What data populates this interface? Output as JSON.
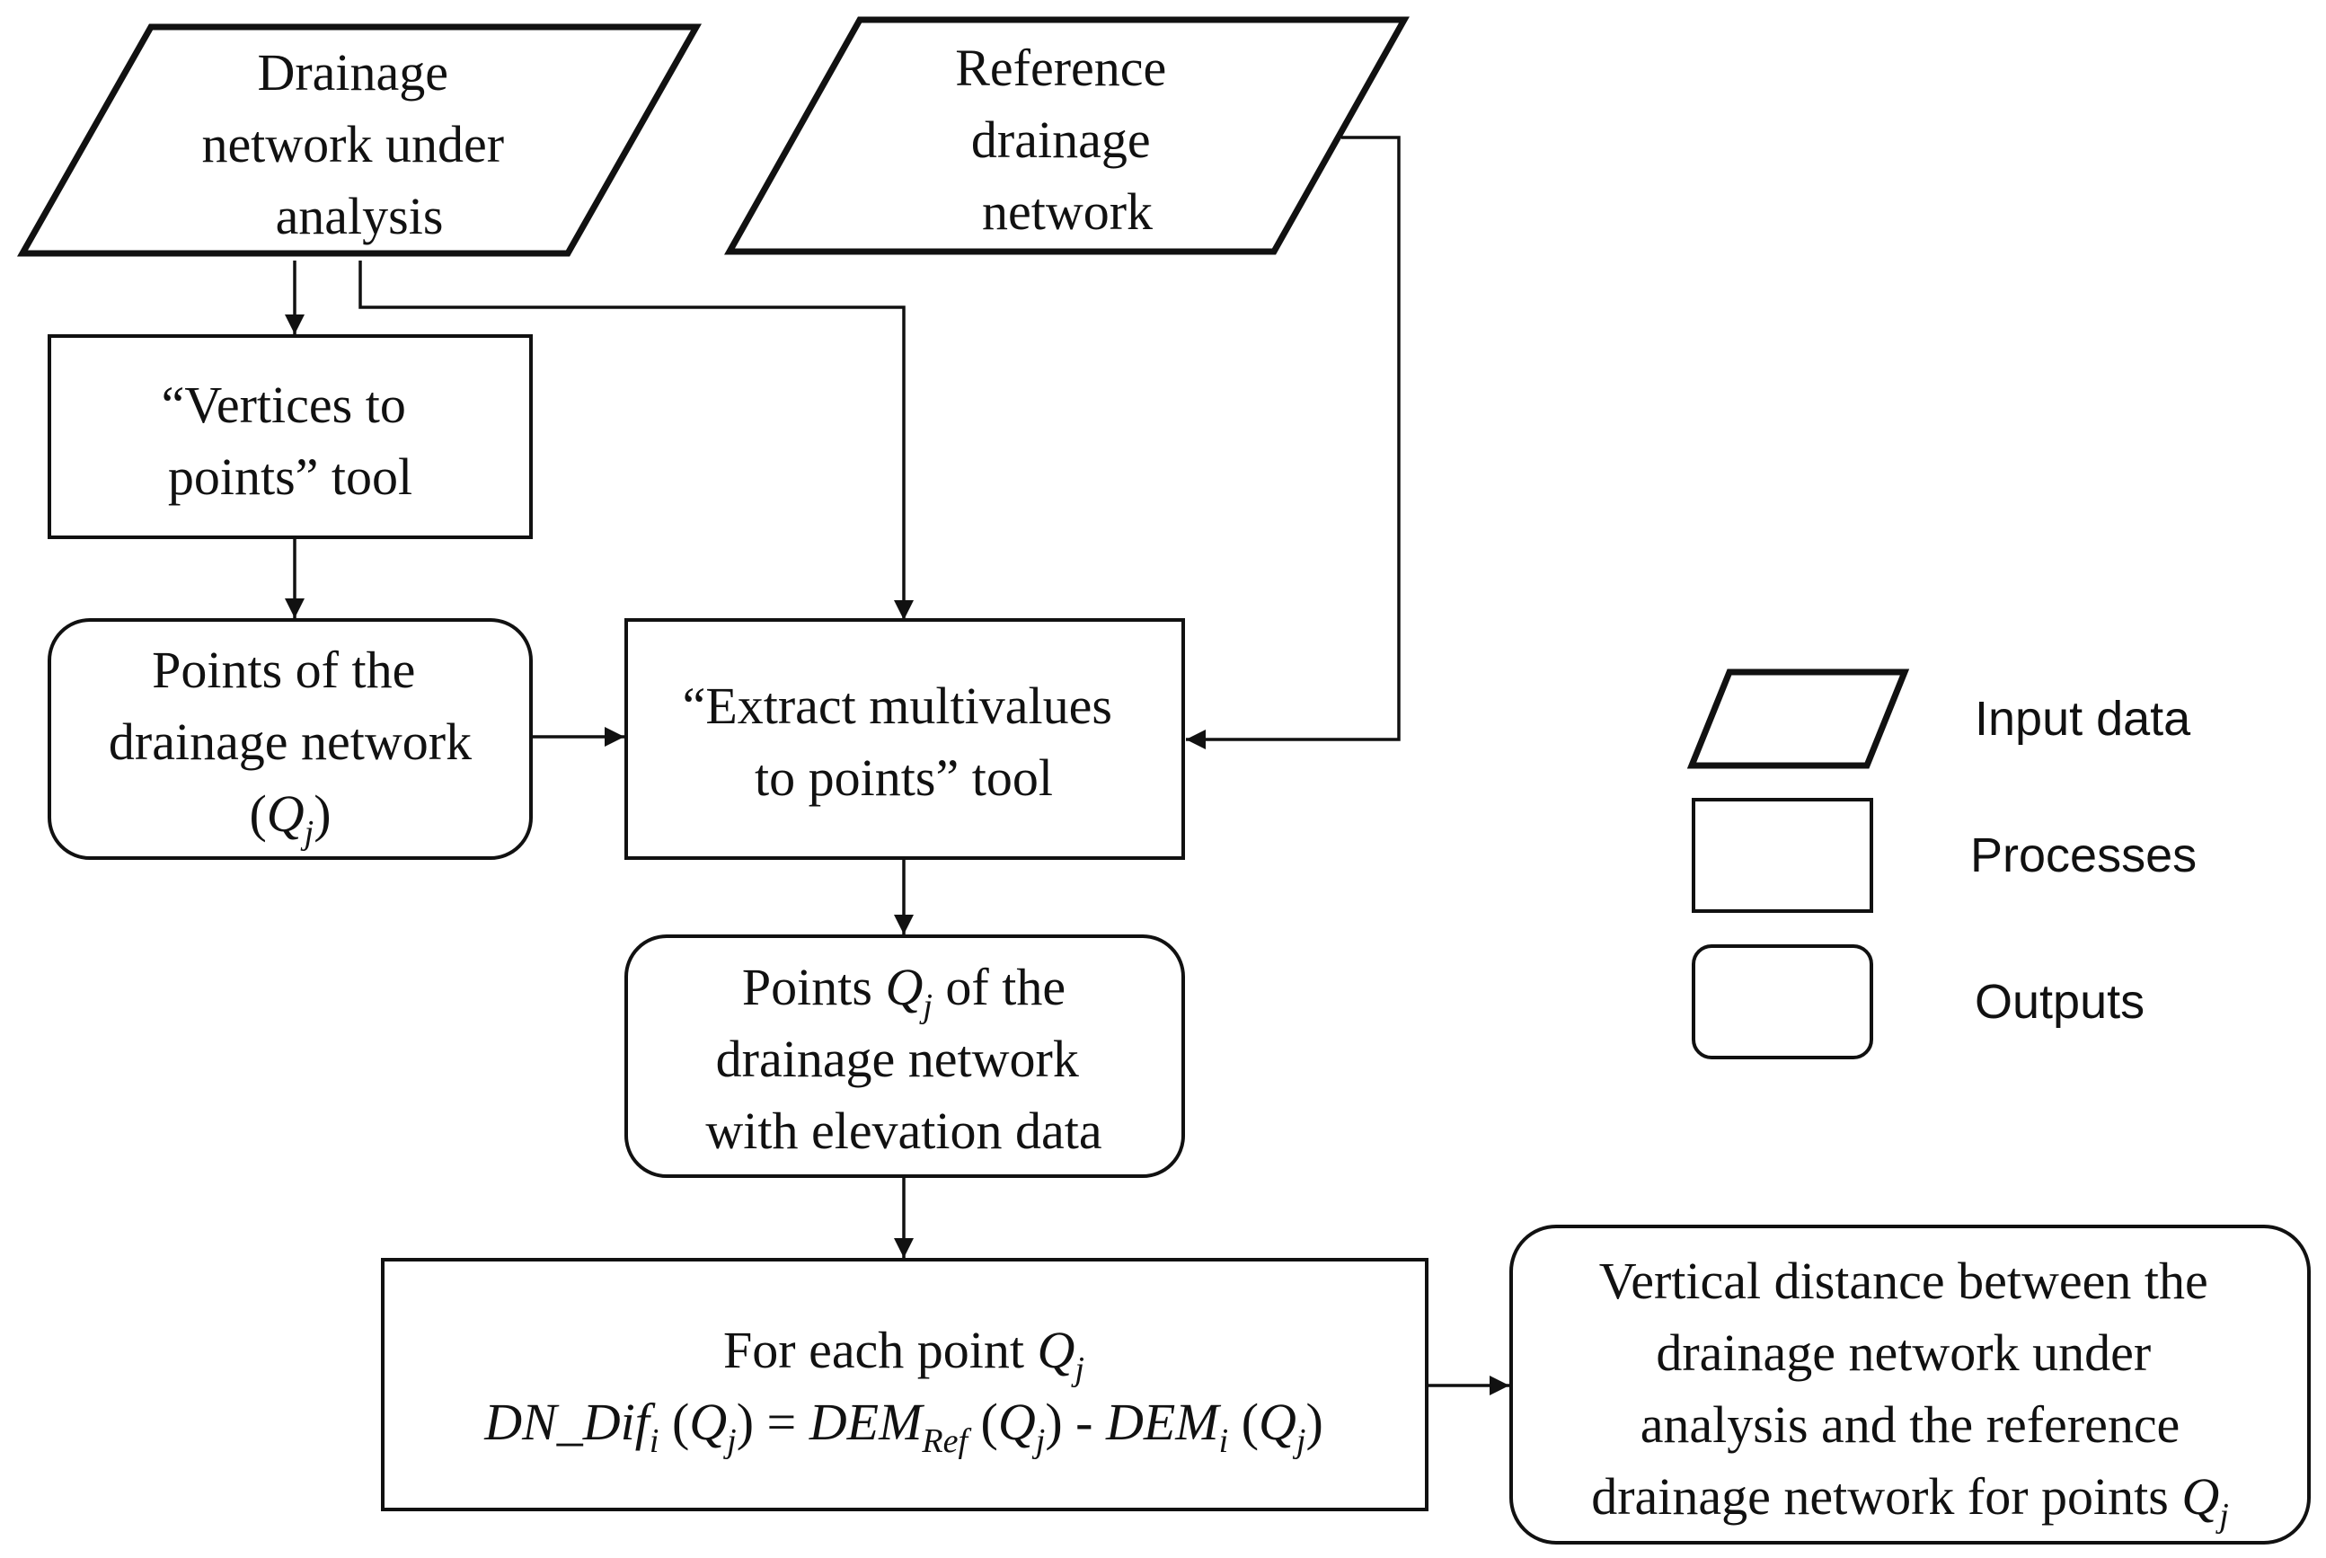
{
  "nodes": {
    "input_analysis": {
      "lines": [
        "Drainage",
        "network under",
        "analysis"
      ]
    },
    "input_reference": {
      "lines": [
        "Reference",
        "drainage",
        "network"
      ]
    },
    "vertices_tool": {
      "lines": [
        "“Vertices to",
        "points” tool"
      ]
    },
    "points_network": {
      "line1": "Points of the",
      "line2": "drainage network",
      "line3_open": "(",
      "line3_var": "Q",
      "line3_sub": "j",
      "line3_close": ")"
    },
    "extract_tool": {
      "lines": [
        "“Extract  multivalues",
        "to points” tool"
      ]
    },
    "points_elevation": {
      "line1_pre": "Points ",
      "line1_var": "Q",
      "line1_sub": "j",
      "line1_post": " of the",
      "line2": "drainage network",
      "line3": "with elevation data"
    },
    "for_each": {
      "line1_pre": "For each point ",
      "var_q": "Q",
      "sub_j": "j",
      "eq_dn": "DN_Dif",
      "sub_i": "i",
      "paren_open": " (",
      "paren_close": ")",
      "equals": " = ",
      "dem": "DEM",
      "sub_ref": "Ref",
      "minus": " - "
    },
    "vertical_distance": {
      "line1": "Vertical distance between the",
      "line2": "drainage network under",
      "line3": "analysis and the reference",
      "line4_pre": "drainage network for points ",
      "line4_var": "Q",
      "line4_sub": "j"
    }
  },
  "legend": {
    "input": "Input data",
    "processes": "Processes",
    "outputs": "Outputs"
  }
}
